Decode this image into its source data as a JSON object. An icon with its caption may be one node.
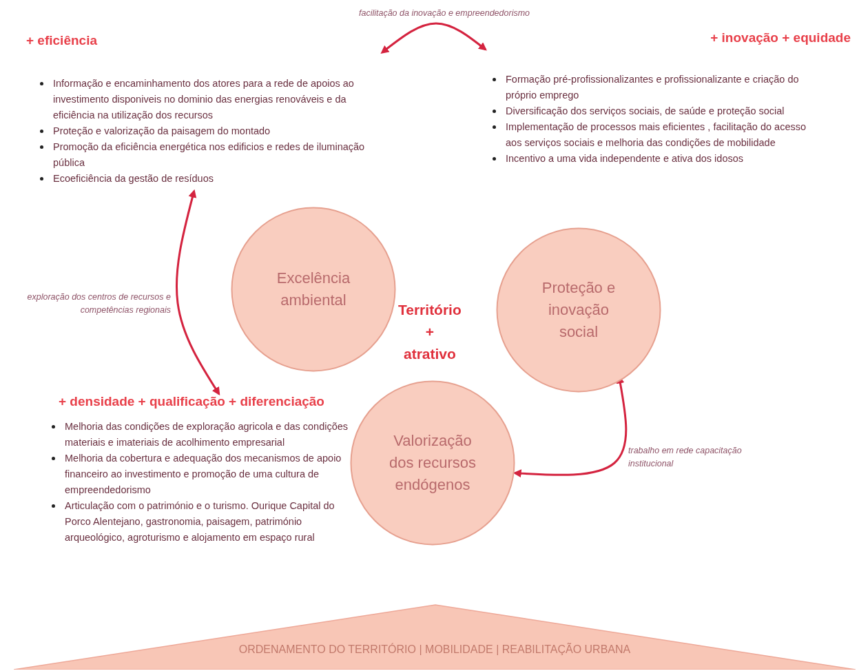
{
  "diagram": {
    "nodes": [
      {
        "text": [
          "+ eficiência",
          "Informação e encaminhamento dos atores para a rede de apoios ao investimento disponiveis no dominio das energias renováveis e da eficiência na utilização dos recursos",
          "Proteção e valorização da paisagem do montado",
          "Promoção da eficiência energética nos edificios e redes de iluminação pública",
          "Ecoeficiência da gestão de resíduos"
        ]
      },
      {
        "text": [
          "+ inovação + equidade",
          "Formação pré-profissionalizantes e profissionalizante e criação do próprio emprego",
          "Diversificação dos serviços sociais, de saúde e proteção social",
          "Implementação de processos mais eficientes , facilitação do acesso aos serviços sociais e melhoria das condições de mobilidade",
          "Incentivo a uma vida independente e ativa dos idosos"
        ]
      },
      {
        "text": [
          "Excelência ambiental"
        ]
      },
      {
        "text": [
          "Proteção e inovação social"
        ]
      },
      {
        "text": [
          "+ densidade + qualificação + diferenciação",
          "Melhoria das condições de exploração agricola e das condições materiais e imateriais de acolhimento empresarial",
          "Melhoria da cobertura e adequação dos mecanismos de apoio financeiro ao investimento e promoção de uma cultura de empreendedorismo",
          "Articulação com o património e o turismo. Ourique Capital do Porco Alentejano, gastronomia, paisagem, património arqueológico, agroturismo e alojamento em espaço rural"
        ]
      },
      {
        "text": [
          "Valorização dos recursos endógenos"
        ]
      },
      {
        "text": [
          "ORDENAMENTO DO TERRITÓRIO | MOBILIDADE | REABILITAÇÃO URBANA"
        ]
      }
    ],
    "edges": [
      {
        "from": 0,
        "to": 1,
        "arrow": "both",
        "label": "facilitação da inovação e empreendedorismo"
      },
      {
        "from": 0,
        "to": 4,
        "arrow": "both",
        "label": "exploração dos centros de recursos e competências regionais"
      },
      {
        "from": 3,
        "to": 5,
        "arrow": "both",
        "label": "trabalho em rede capacitação institucional"
      }
    ],
    "labels": [
      "Território + atrativo"
    ]
  }
}
